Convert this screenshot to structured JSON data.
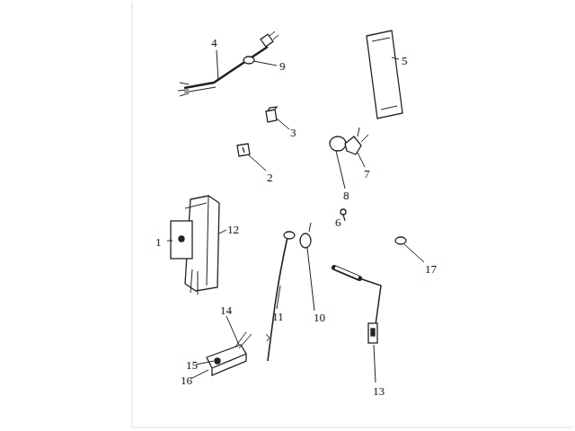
{
  "diagram": {
    "labels": [
      "4",
      "9",
      "5",
      "3",
      "2",
      "7",
      "8",
      "6",
      "12",
      "1",
      "17",
      "10",
      "11",
      "14",
      "15",
      "16",
      "13"
    ]
  }
}
